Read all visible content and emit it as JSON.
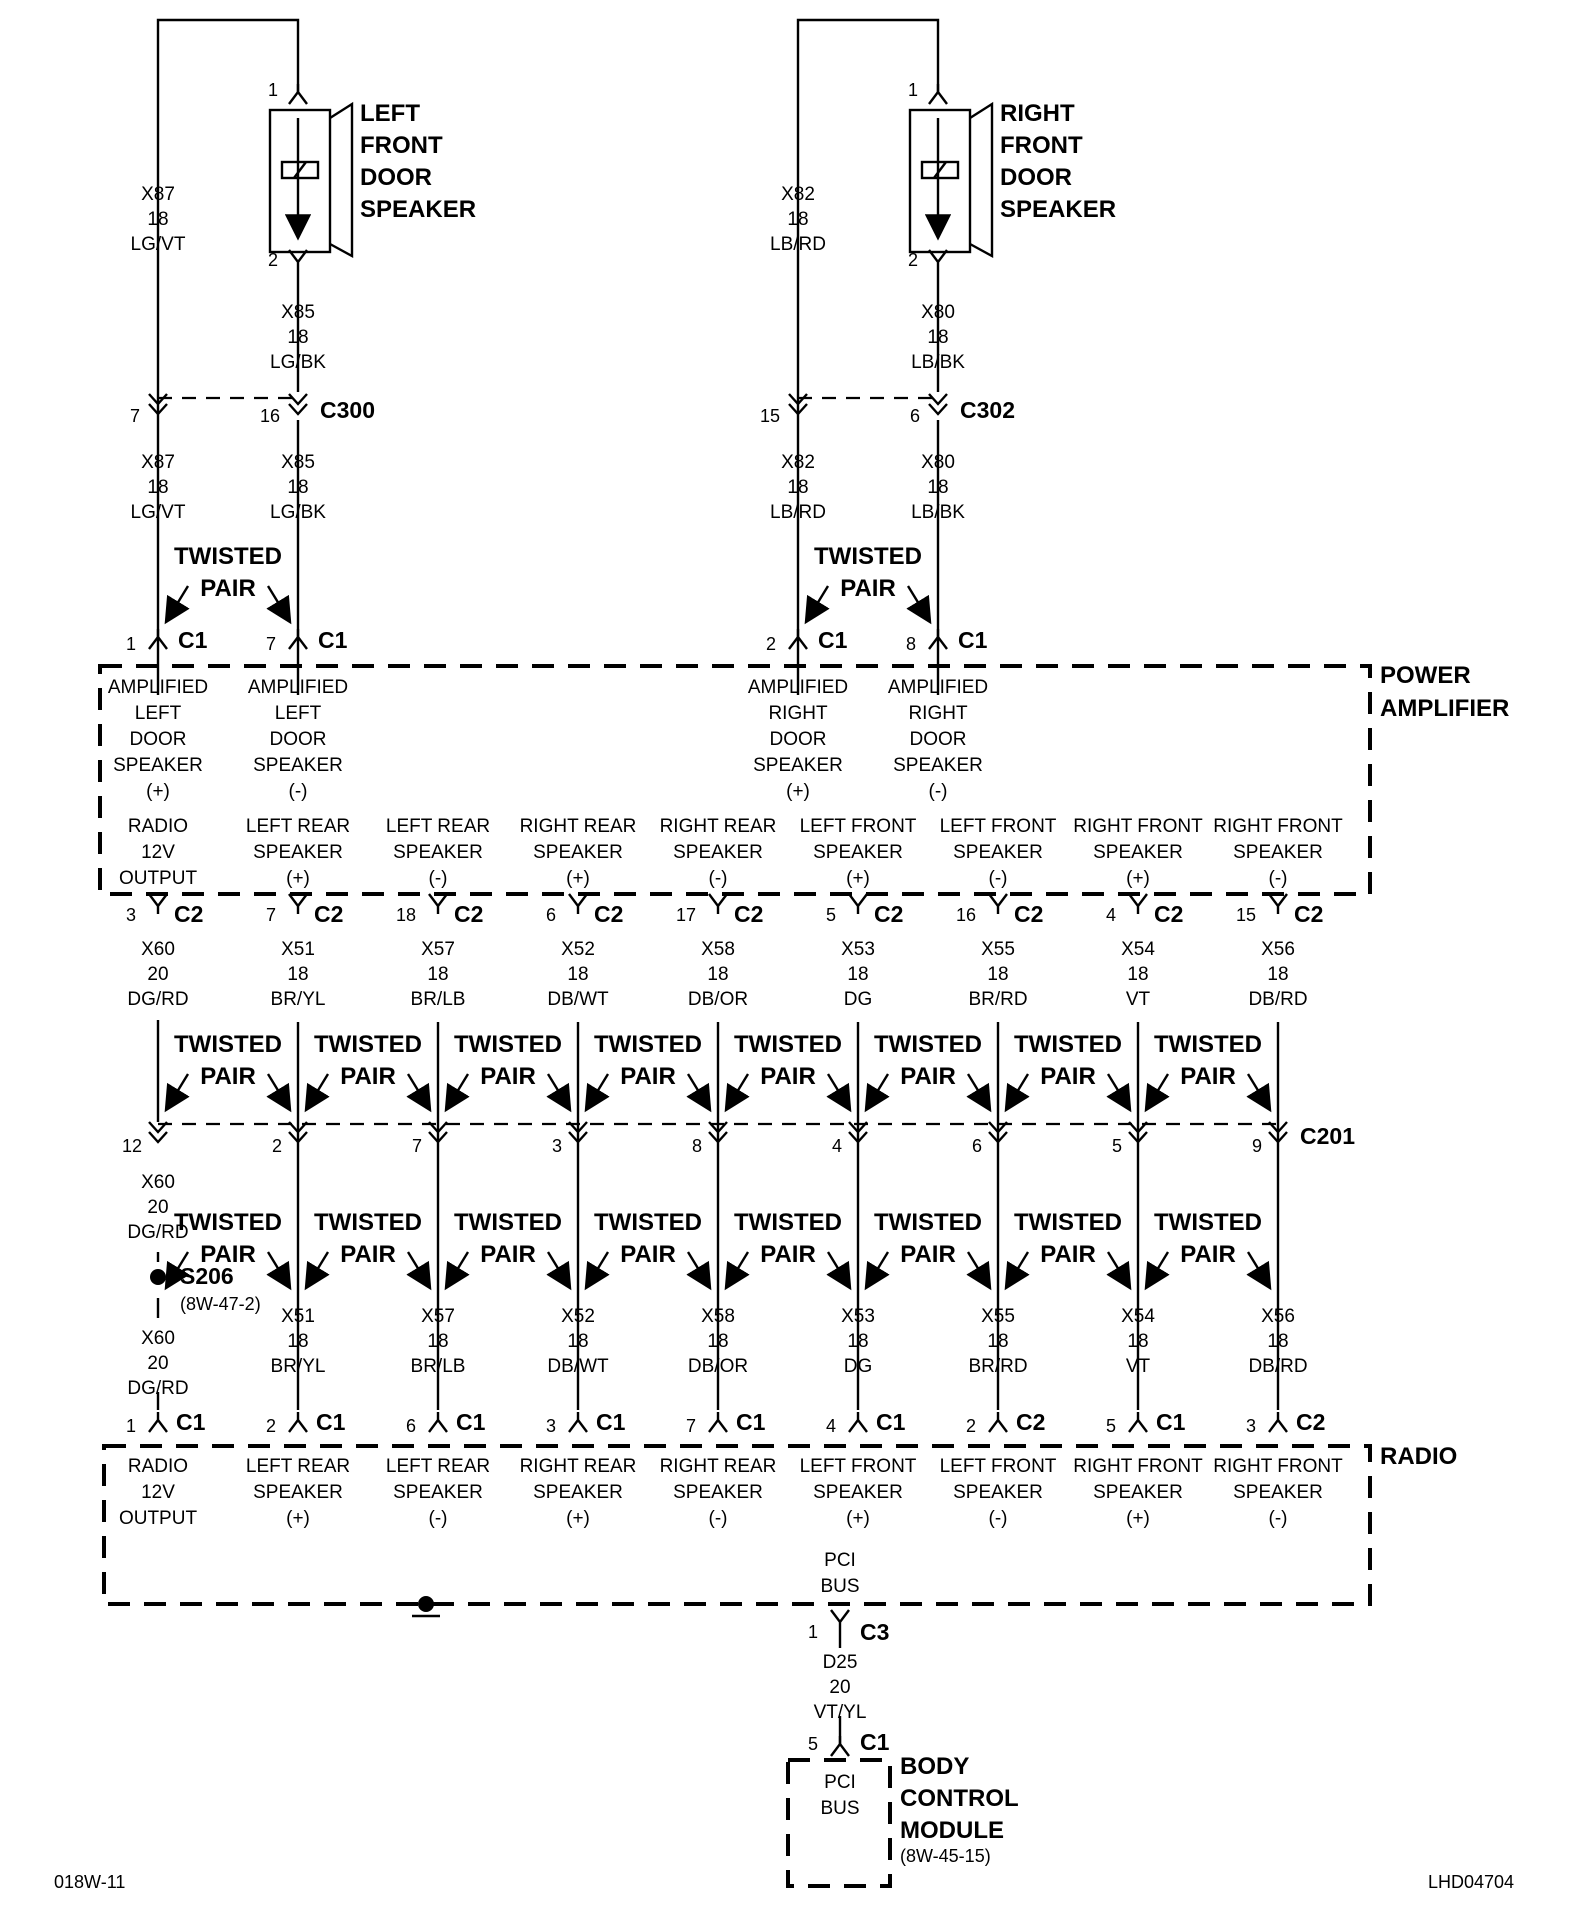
{
  "footer": {
    "left_code": "018W-11",
    "right_code": "LHD04704"
  },
  "left_speaker": {
    "name": [
      "LEFT",
      "FRONT",
      "DOOR",
      "SPEAKER"
    ],
    "pin_top": "1",
    "pin_bottom": "2",
    "wire_a": [
      "X87",
      "18",
      "LG/VT"
    ],
    "wire_b": [
      "X85",
      "18",
      "LG/BK"
    ]
  },
  "right_speaker": {
    "name": [
      "RIGHT",
      "FRONT",
      "DOOR",
      "SPEAKER"
    ],
    "pin_top": "1",
    "pin_bottom": "2",
    "wire_a": [
      "X82",
      "18",
      "LB/RD"
    ],
    "wire_b": [
      "X80",
      "18",
      "LB/BK"
    ]
  },
  "c300": {
    "name": "C300",
    "pin_a": "7",
    "pin_b": "16"
  },
  "c302": {
    "name": "C302",
    "pin_a": "15",
    "pin_b": "6"
  },
  "twisted_pair": [
    "TWISTED",
    "PAIR"
  ],
  "amp": {
    "title": [
      "POWER",
      "AMPLIFIER"
    ],
    "top_pins": [
      {
        "num": "1",
        "conn": "C1",
        "label": [
          "AMPLIFIED",
          "LEFT",
          "DOOR",
          "SPEAKER",
          "(+)"
        ]
      },
      {
        "num": "7",
        "conn": "C1",
        "label": [
          "AMPLIFIED",
          "LEFT",
          "DOOR",
          "SPEAKER",
          "(-)"
        ]
      },
      {
        "num": "2",
        "conn": "C1",
        "label": [
          "AMPLIFIED",
          "RIGHT",
          "DOOR",
          "SPEAKER",
          "(+)"
        ]
      },
      {
        "num": "8",
        "conn": "C1",
        "label": [
          "AMPLIFIED",
          "RIGHT",
          "DOOR",
          "SPEAKER",
          "(-)"
        ]
      }
    ],
    "bottom_pins": [
      {
        "num": "3",
        "conn": "C2",
        "label": [
          "RADIO",
          "12V",
          "OUTPUT"
        ],
        "wire": [
          "X60",
          "20",
          "DG/RD"
        ]
      },
      {
        "num": "7",
        "conn": "C2",
        "label": [
          "LEFT REAR",
          "SPEAKER",
          "(+)"
        ],
        "wire": [
          "X51",
          "18",
          "BR/YL"
        ]
      },
      {
        "num": "18",
        "conn": "C2",
        "label": [
          "LEFT REAR",
          "SPEAKER",
          "(-)"
        ],
        "wire": [
          "X57",
          "18",
          "BR/LB"
        ]
      },
      {
        "num": "6",
        "conn": "C2",
        "label": [
          "RIGHT REAR",
          "SPEAKER",
          "(+)"
        ],
        "wire": [
          "X52",
          "18",
          "DB/WT"
        ]
      },
      {
        "num": "17",
        "conn": "C2",
        "label": [
          "RIGHT REAR",
          "SPEAKER",
          "(-)"
        ],
        "wire": [
          "X58",
          "18",
          "DB/OR"
        ]
      },
      {
        "num": "5",
        "conn": "C2",
        "label": [
          "LEFT FRONT",
          "SPEAKER",
          "(+)"
        ],
        "wire": [
          "X53",
          "18",
          "DG"
        ]
      },
      {
        "num": "16",
        "conn": "C2",
        "label": [
          "LEFT FRONT",
          "SPEAKER",
          "(-)"
        ],
        "wire": [
          "X55",
          "18",
          "BR/RD"
        ]
      },
      {
        "num": "4",
        "conn": "C2",
        "label": [
          "RIGHT FRONT",
          "SPEAKER",
          "(+)"
        ],
        "wire": [
          "X54",
          "18",
          "VT"
        ]
      },
      {
        "num": "15",
        "conn": "C2",
        "label": [
          "RIGHT FRONT",
          "SPEAKER",
          "(-)"
        ],
        "wire": [
          "X56",
          "18",
          "DB/RD"
        ]
      }
    ]
  },
  "c201": {
    "name": "C201",
    "pins": [
      "12",
      "2",
      "7",
      "3",
      "8",
      "4",
      "6",
      "5",
      "9"
    ]
  },
  "splice": {
    "name": "S206",
    "ref": "(8W-47-2)",
    "wire_below": [
      "X60",
      "20",
      "DG/RD"
    ]
  },
  "radio": {
    "title": "RADIO",
    "pins": [
      {
        "num": "1",
        "conn": "C1",
        "label": [
          "RADIO",
          "12V",
          "OUTPUT"
        ]
      },
      {
        "num": "2",
        "conn": "C1",
        "label": [
          "LEFT REAR",
          "SPEAKER",
          "(+)"
        ]
      },
      {
        "num": "6",
        "conn": "C1",
        "label": [
          "LEFT REAR",
          "SPEAKER",
          "(-)"
        ]
      },
      {
        "num": "3",
        "conn": "C1",
        "label": [
          "RIGHT REAR",
          "SPEAKER",
          "(+)"
        ]
      },
      {
        "num": "7",
        "conn": "C1",
        "label": [
          "RIGHT REAR",
          "SPEAKER",
          "(-)"
        ]
      },
      {
        "num": "4",
        "conn": "C1",
        "label": [
          "LEFT FRONT",
          "SPEAKER",
          "(+)"
        ]
      },
      {
        "num": "2",
        "conn": "C2",
        "label": [
          "LEFT FRONT",
          "SPEAKER",
          "(-)"
        ]
      },
      {
        "num": "5",
        "conn": "C1",
        "label": [
          "RIGHT FRONT",
          "SPEAKER",
          "(+)"
        ]
      },
      {
        "num": "3",
        "conn": "C2",
        "label": [
          "RIGHT FRONT",
          "SPEAKER",
          "(-)"
        ]
      }
    ],
    "pci_label": [
      "PCI",
      "BUS"
    ],
    "pci_pin": {
      "num": "1",
      "conn": "C3"
    },
    "pci_wire": [
      "D25",
      "20",
      "VT/YL"
    ]
  },
  "bcm": {
    "title": [
      "BODY",
      "CONTROL",
      "MODULE"
    ],
    "ref": "(8W-45-15)",
    "pin": {
      "num": "5",
      "conn": "C1"
    },
    "label": [
      "PCI",
      "BUS"
    ]
  }
}
